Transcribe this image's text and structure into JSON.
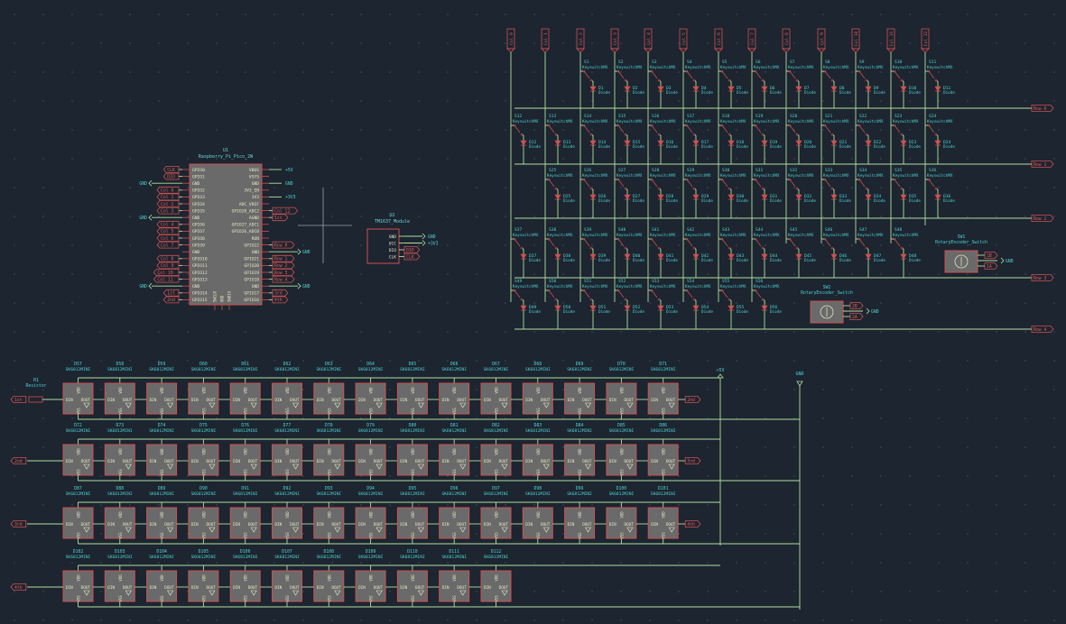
{
  "colors": {
    "background": "#1c2530",
    "grid_dot": "#3a4654",
    "wire": "#b2e0a0",
    "symbol_outline": "#d05050",
    "symbol_fill": "#6a6a6a",
    "label": "#4fd3d3",
    "pin_text": "#e05a5a",
    "value_text": "#6fd6d6"
  },
  "mcu": {
    "ref": "U1",
    "value": "Raspberry_Pi_Pico_2W",
    "left_pins": [
      "GPIO0",
      "GPIO1",
      "GND",
      "GPIO2",
      "GPIO3",
      "GPIO4",
      "GPIO5",
      "GND",
      "GPIO6",
      "GPIO7",
      "GPIO8",
      "GPIO9",
      "GND",
      "GPIO10",
      "GPIO11",
      "GPIO12",
      "GPIO13",
      "GND",
      "GPIO14",
      "GPIO15"
    ],
    "right_pins": [
      "VBUS",
      "VSYS",
      "GND",
      "3V3_EN",
      "3V3",
      "ADC_VREF",
      "GPIO28_ADC2",
      "AGND",
      "GPIO27_ADC1",
      "GPIO26_ADC0",
      "RUN",
      "GPIO22",
      "GND",
      "GPIO21",
      "GPIO20",
      "GPIO19",
      "GPIO18",
      "GND",
      "GPIO17",
      "GPIO16"
    ],
    "bottom_pins": [
      "SWCLK",
      "GND",
      "SWDIO"
    ],
    "left_labels": [
      "CLK",
      "DIO",
      "",
      "Col 0",
      "Col 1",
      "Col 2",
      "Col 3",
      "",
      "Col 4",
      "Col 5",
      "Col 6",
      "Col 7",
      "",
      "Col 8",
      "Col 9",
      "Col 10",
      "Col 11",
      "",
      "1st",
      "2nd"
    ],
    "right_labels": [
      "+5V",
      "",
      "GND",
      "",
      "+3V3",
      "",
      "Col 12",
      "1st",
      "",
      "",
      "",
      "Row 0",
      "",
      "Row 1",
      "Row 2",
      "Row 3",
      "Row 4",
      "",
      "3rd",
      "4th"
    ],
    "gnd_labels": [
      "GND",
      "GND",
      "GND",
      "GND",
      "GND",
      "GND"
    ]
  },
  "display": {
    "ref": "U2",
    "value": "TM1637_Module",
    "pins": [
      "GND",
      "VCC",
      "DIO",
      "CLK"
    ],
    "labels": [
      "GND",
      "+3V3",
      "DIO",
      "CLK"
    ]
  },
  "columns": [
    "Col 0",
    "Col 1",
    "Col 2",
    "Col 3",
    "Col 4",
    "Col 5",
    "Col 6",
    "Col 7",
    "Col 8",
    "Col 9",
    "Col 10",
    "Col 11",
    "Col 12"
  ],
  "rows": [
    "Row 0",
    "Row 1",
    "Row 2",
    "Row 3",
    "Row 4"
  ],
  "switch_value": "KeyswitchMX",
  "diode_value": "Diode",
  "matrix": [
    {
      "switches": [
        "S1",
        "S2",
        "S3",
        "S4",
        "S5",
        "S6",
        "S7",
        "S8",
        "S9",
        "S10",
        "S11"
      ],
      "diodes": [
        "D1",
        "D2",
        "D3",
        "D4",
        "D5",
        "D6",
        "D7",
        "D8",
        "D9",
        "D10",
        "D11"
      ]
    },
    {
      "switches": [
        "S12",
        "S13",
        "S14",
        "S15",
        "S16",
        "S17",
        "S18",
        "S19",
        "S20",
        "S21",
        "S22",
        "S23",
        "S24"
      ],
      "diodes": [
        "D12",
        "D13",
        "D14",
        "D15",
        "D16",
        "D17",
        "D18",
        "D19",
        "D20",
        "D21",
        "D22",
        "D23",
        "D24"
      ]
    },
    {
      "switches": [
        "S25",
        "S26",
        "S27",
        "S28",
        "S29",
        "S30",
        "S31",
        "S32",
        "S33",
        "S34",
        "S35",
        "S36"
      ],
      "diodes": [
        "D25",
        "D26",
        "D27",
        "D28",
        "D29",
        "D30",
        "D31",
        "D32",
        "D33",
        "D34",
        "D35",
        "D36"
      ]
    },
    {
      "switches": [
        "S37",
        "S38",
        "S39",
        "S40",
        "S41",
        "S42",
        "S43",
        "S44",
        "S45",
        "S46",
        "S47",
        "S48"
      ],
      "diodes": [
        "D37",
        "D38",
        "D39",
        "D40",
        "D41",
        "D42",
        "D43",
        "D44",
        "D45",
        "D46",
        "D47",
        "D48"
      ]
    },
    {
      "switches": [
        "S49",
        "S50",
        "S51",
        "S52",
        "S53",
        "S54",
        "S55",
        "S56"
      ],
      "diodes": [
        "D49",
        "D50",
        "D51",
        "D52",
        "D53",
        "D54",
        "D55",
        "D56"
      ]
    }
  ],
  "encoders": [
    {
      "ref": "SW1",
      "value": "RotaryEncoder_Switch",
      "pins": [
        "1B",
        "1A"
      ],
      "gnd": "GND"
    },
    {
      "ref": "SW2",
      "value": "RotaryEncoder_Switch",
      "pins": [
        "2B",
        "2A"
      ],
      "gnd": "GND"
    }
  ],
  "resistor": {
    "ref": "R1",
    "value": "Resistor"
  },
  "led_value": "SK6812MINI",
  "led_pins": {
    "din": "DIN",
    "dout": "DOUT",
    "vdd": "VDD",
    "vss": "VSS"
  },
  "led_rows": [
    {
      "refs": [
        "D57",
        "D58",
        "D59",
        "D60",
        "D61",
        "D62",
        "D63",
        "D64",
        "D65",
        "D66",
        "D67",
        "D68",
        "D69",
        "D70",
        "D71"
      ],
      "in_label": "1st",
      "out_label": "2nd"
    },
    {
      "refs": [
        "D72",
        "D73",
        "D74",
        "D75",
        "D76",
        "D77",
        "D78",
        "D79",
        "D80",
        "D81",
        "D82",
        "D83",
        "D84",
        "D85",
        "D86"
      ],
      "in_label": "2nd",
      "out_label": "3rd"
    },
    {
      "refs": [
        "D87",
        "D88",
        "D89",
        "D90",
        "D91",
        "D92",
        "D93",
        "D94",
        "D95",
        "D96",
        "D97",
        "D98",
        "D99",
        "D100",
        "D101"
      ],
      "in_label": "3rd",
      "out_label": "4th"
    },
    {
      "refs": [
        "D102",
        "D103",
        "D104",
        "D105",
        "D106",
        "D107",
        "D108",
        "D109",
        "D110",
        "D111",
        "D112"
      ],
      "in_label": "4th",
      "out_label": ""
    }
  ],
  "power_labels": {
    "vplus": "+5V",
    "gnd": "GND"
  }
}
